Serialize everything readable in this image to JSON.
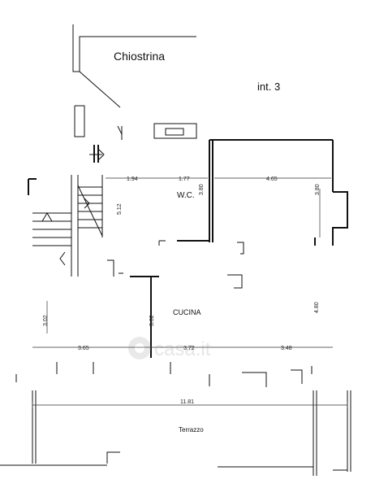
{
  "labels": {
    "chiostrina": "Chiostrina",
    "unit": "int. 3",
    "wc": "W.C.",
    "cucina": "CUCINA",
    "terrazzo": "Terrazzo"
  },
  "dimensions": {
    "d_194": "1.94",
    "d_177": "1.77",
    "d_465": "4.65",
    "d_380a": "3.80",
    "d_380b": "3.80",
    "d_512": "5.12",
    "d_302a": "3.02",
    "d_302b": "3.02",
    "d_480": "4.80",
    "d_365": "3.65",
    "d_372": "3.72",
    "d_348": "3.48",
    "d_1181": "11.81"
  },
  "watermark": "casa.it"
}
